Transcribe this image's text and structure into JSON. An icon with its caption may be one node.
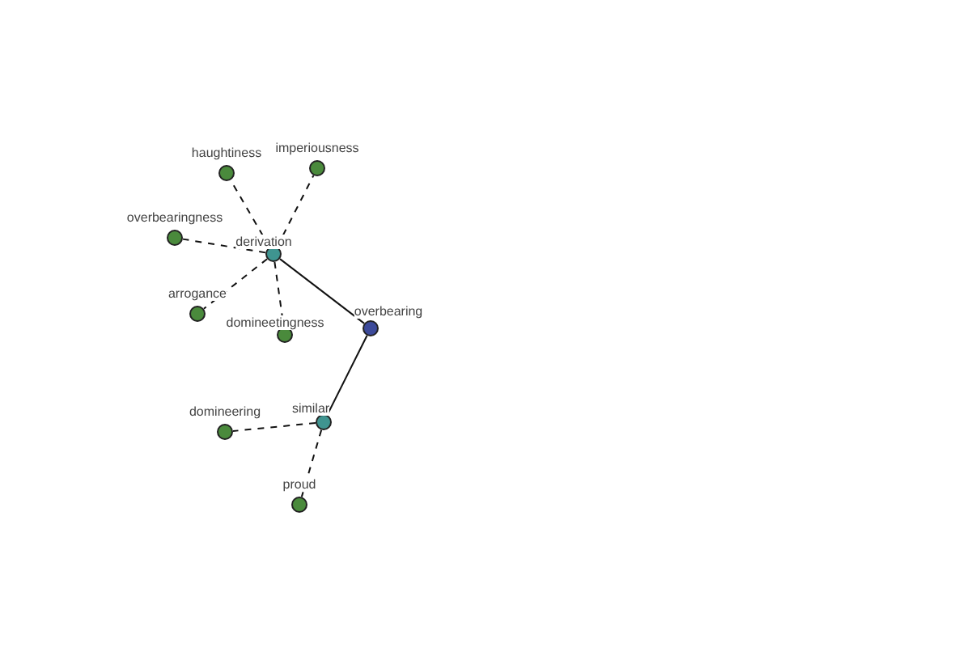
{
  "diagram": {
    "nodes": [
      {
        "text": [
          "overbearing"
        ]
      },
      {
        "text": [
          "derivation"
        ]
      },
      {
        "text": [
          "similar"
        ]
      },
      {
        "text": [
          "haughtiness"
        ]
      },
      {
        "text": [
          "imperiousness"
        ]
      },
      {
        "text": [
          "overbearingness"
        ]
      },
      {
        "text": [
          "arrogance"
        ]
      },
      {
        "text": [
          "domineetingness"
        ]
      },
      {
        "text": [
          "domineering"
        ]
      },
      {
        "text": [
          "proud"
        ]
      }
    ],
    "edges": [
      {
        "from": 0,
        "to": 1,
        "arrow": "none"
      },
      {
        "from": 0,
        "to": 2,
        "arrow": "none"
      },
      {
        "from": 1,
        "to": 3,
        "arrow": "none",
        "style": "dashed"
      },
      {
        "from": 1,
        "to": 4,
        "arrow": "none",
        "style": "dashed"
      },
      {
        "from": 1,
        "to": 5,
        "arrow": "none",
        "style": "dashed"
      },
      {
        "from": 1,
        "to": 6,
        "arrow": "none",
        "style": "dashed"
      },
      {
        "from": 1,
        "to": 7,
        "arrow": "none",
        "style": "dashed"
      },
      {
        "from": 2,
        "to": 8,
        "arrow": "none",
        "style": "dashed"
      },
      {
        "from": 2,
        "to": 9,
        "arrow": "none",
        "style": "dashed"
      }
    ]
  }
}
